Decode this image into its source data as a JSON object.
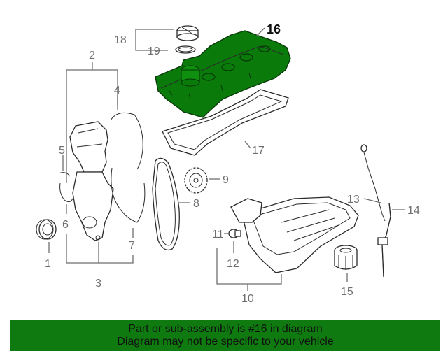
{
  "diagram": {
    "callouts": {
      "c1": "1",
      "c2": "2",
      "c3": "3",
      "c4": "4",
      "c5": "5",
      "c6": "6",
      "c7": "7",
      "c8": "8",
      "c9": "9",
      "c10": "10",
      "c11": "11",
      "c12": "12",
      "c13": "13",
      "c14": "14",
      "c15": "15",
      "c16": "16",
      "c17": "17",
      "c18": "18",
      "c19": "19"
    },
    "highlighted_part": "16"
  },
  "footer": {
    "line1": "Part or sub-assembly is #16 in diagram",
    "line2": "Diagram may not be specific to your vehicle"
  },
  "colors": {
    "highlight_green": "#0a7a0a",
    "footer_bg": "#0f7a0f",
    "line_gray": "#6e6e6e"
  }
}
